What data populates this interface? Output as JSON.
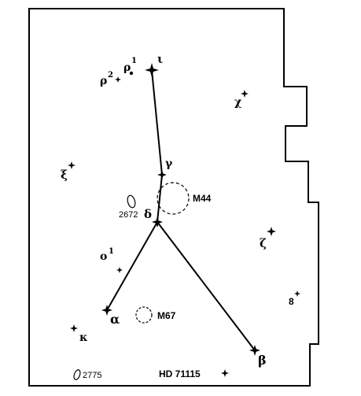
{
  "map": {
    "stars": [
      {
        "id": "iota",
        "label": "ι"
      },
      {
        "id": "rho1",
        "label": "ρ",
        "sup": "1"
      },
      {
        "id": "rho2",
        "label": "ρ",
        "sup": "2"
      },
      {
        "id": "chi",
        "label": "χ"
      },
      {
        "id": "gamma",
        "label": "γ"
      },
      {
        "id": "xi",
        "label": "ξ"
      },
      {
        "id": "delta",
        "label": "δ"
      },
      {
        "id": "zeta",
        "label": "ζ"
      },
      {
        "id": "omicron1",
        "label": "ο",
        "sup": "1"
      },
      {
        "id": "eight",
        "label": "8"
      },
      {
        "id": "alpha",
        "label": "α"
      },
      {
        "id": "kappa",
        "label": "κ"
      },
      {
        "id": "beta",
        "label": "β"
      },
      {
        "id": "hd71115",
        "label": "HD 71115"
      }
    ],
    "clusters": [
      {
        "id": "m44",
        "label": "M44"
      },
      {
        "id": "m67",
        "label": "M67"
      }
    ],
    "galaxies": [
      {
        "id": "ngc2672",
        "label": "2672"
      },
      {
        "id": "ngc2775",
        "label": "2775"
      }
    ]
  }
}
